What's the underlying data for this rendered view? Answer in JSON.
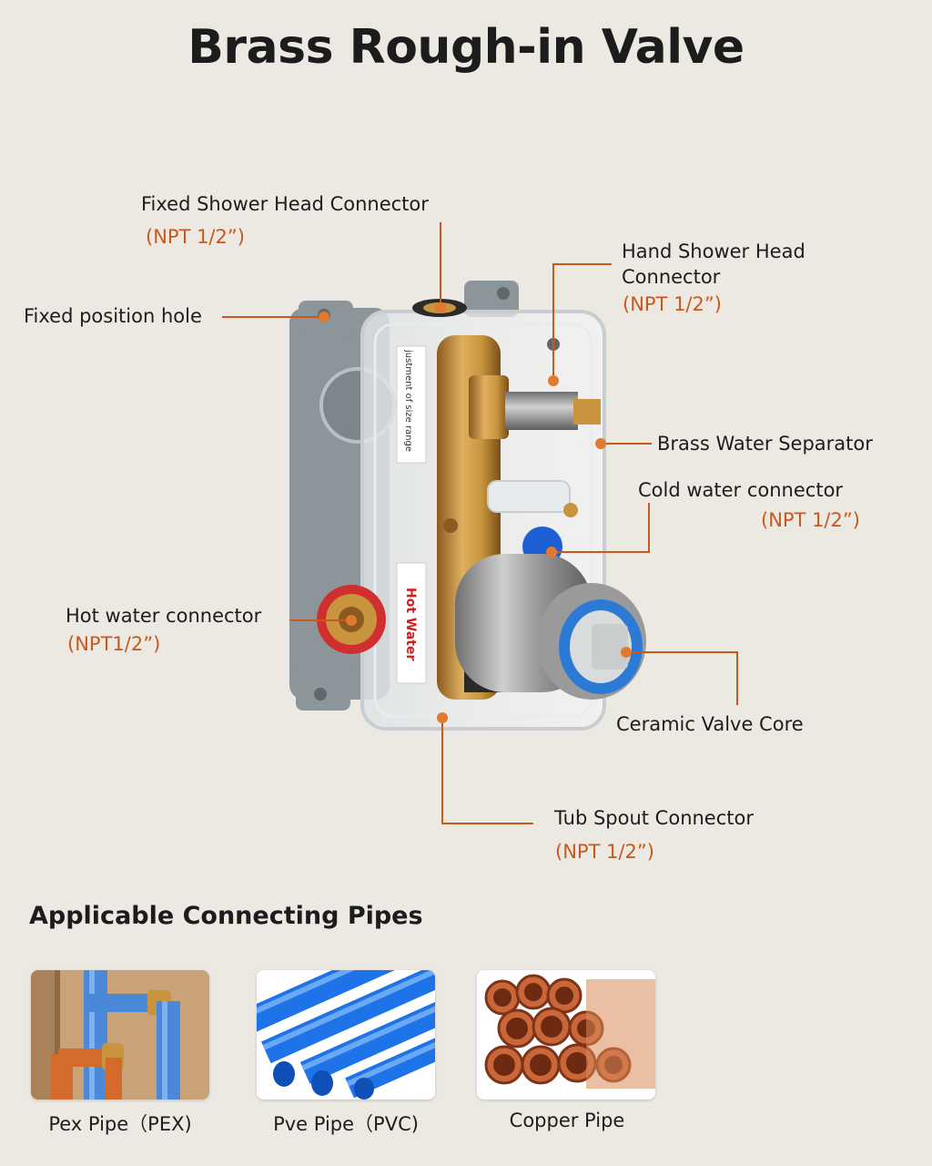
{
  "title": "Brass Rough-in Valve",
  "callouts": {
    "fixed_shower_head": {
      "label": "Fixed Shower Head Connector",
      "spec": "(NPT 1/2”)"
    },
    "hand_shower_head": {
      "label_line1": "Hand Shower Head",
      "label_line2": "Connector",
      "spec": "(NPT 1/2”)"
    },
    "fixed_position_hole": {
      "label": "Fixed position hole"
    },
    "brass_water_separator": {
      "label": "Brass Water Separator"
    },
    "cold_water": {
      "label": "Cold water connector",
      "spec": "(NPT 1/2”)"
    },
    "hot_water": {
      "label": "Hot water connector",
      "spec": "(NPT1/2”)"
    },
    "ceramic_valve_core": {
      "label": "Ceramic Valve Core"
    },
    "tub_spout": {
      "label": "Tub Spout Connector",
      "spec": "(NPT 1/2”)"
    }
  },
  "valve_stickers": {
    "size_range": "justment of size range",
    "hot_water": "Hot Water"
  },
  "pipes": {
    "heading": "Applicable Connecting Pipes",
    "items": [
      {
        "name": "Pex Pipe（PEX)"
      },
      {
        "name": "Pve Pipe（PVC)"
      },
      {
        "name": "Copper Pipe"
      }
    ]
  },
  "colors": {
    "background": "#ece9e3",
    "accent_orange": "#c8581c",
    "text_dark": "#1d1d1d",
    "brass": "#c8953e",
    "housing_grey": "#8c9599"
  }
}
